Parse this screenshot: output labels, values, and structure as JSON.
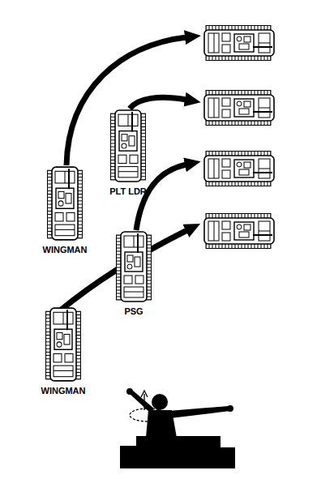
{
  "diagram": {
    "nodes": [
      {
        "text": [
          "WINGMAN"
        ]
      },
      {
        "text": [
          "PLT LDR"
        ]
      },
      {
        "text": [
          "PSG"
        ]
      },
      {
        "text": [
          "WINGMAN"
        ]
      }
    ]
  }
}
